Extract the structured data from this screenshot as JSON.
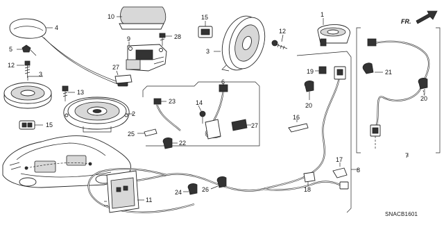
{
  "diagram": {
    "diagram_code": "SNACB1601",
    "direction_label": "FR.",
    "callouts": {
      "c1": "1",
      "c2": "2",
      "c3a": "3",
      "c3b": "3",
      "c4": "4",
      "c5": "5",
      "c6": "6",
      "c7": "7",
      "c8": "8",
      "c9": "9",
      "c10": "10",
      "c11": "11",
      "c12a": "12",
      "c12b": "12",
      "c13": "13",
      "c14": "14",
      "c15a": "15",
      "c15b": "15",
      "c16": "16",
      "c17": "17",
      "c18": "18",
      "c19": "19",
      "c20a": "20",
      "c20b": "20",
      "c21": "21",
      "c22": "22",
      "c23": "23",
      "c24": "24",
      "c25": "25",
      "c26": "26",
      "c27a": "27",
      "c27b": "27",
      "c28": "28"
    }
  }
}
